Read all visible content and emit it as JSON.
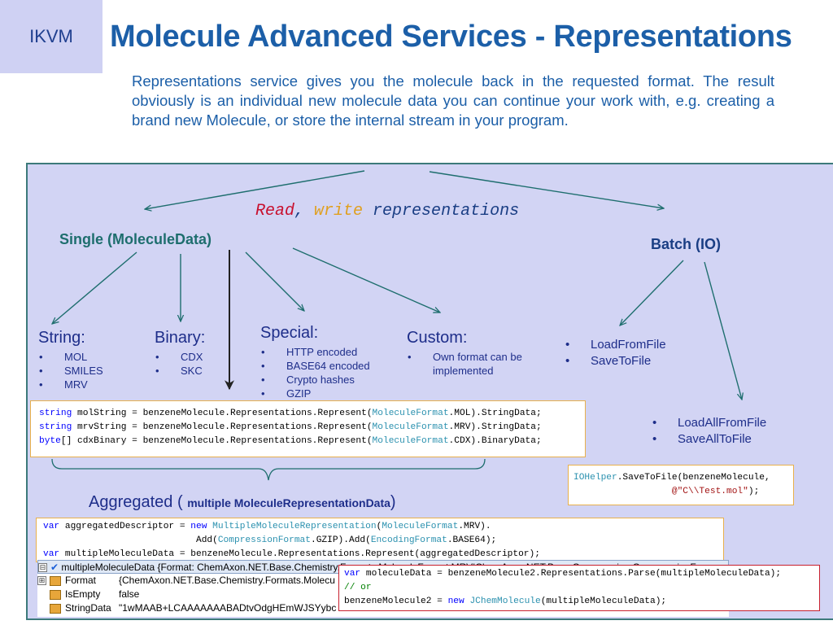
{
  "logo": {
    "text": "IKVM"
  },
  "title": "Molecule Advanced Services - Representations",
  "intro": "Representations service gives you the molecule back in the requested format. The result obviously is an individual new molecule data you can continue your work with, e.g. creating a brand new Molecule, or store the internal stream in your program.",
  "diagram": {
    "rw_read": "Read",
    "rw_comma": ", ",
    "rw_write": "write",
    "rw_rest": " representations",
    "single_label": "Single (MoleculeData)",
    "batch_label": "Batch (IO)",
    "string": {
      "title": "String:",
      "items": [
        "MOL",
        "SMILES",
        "MRV"
      ]
    },
    "binary": {
      "title": "Binary:",
      "items": [
        "CDX",
        "SKC"
      ]
    },
    "special": {
      "title": "Special:",
      "items": [
        "HTTP encoded",
        "BASE64 encoded",
        "Crypto hashes",
        "GZIP"
      ]
    },
    "custom": {
      "title": "Custom:",
      "items": [
        "Own format can be implemented"
      ]
    },
    "batch_items1": [
      "LoadFromFile",
      "SaveToFile"
    ],
    "batch_items2": [
      "LoadAllFromFile",
      "SaveAllToFile"
    ],
    "aggregated_label": "Aggregated",
    "aggregated_sub": "multiple MoleculeRepresentationData",
    "bullet": "•",
    "colors": {
      "title": "#1c5fa8",
      "panel": "#d2d4f4",
      "logo_bg": "#cfd1f3",
      "read": "#c8102e",
      "write": "#e0a020",
      "code_border": "#e8b04c",
      "parse_border": "#c8202e"
    }
  },
  "code1": {
    "l1": {
      "a": "string",
      "b": " molString = benzeneMolecule.Representations.Represent(",
      "c": "MoleculeFormat",
      "d": ".MOL).StringData;"
    },
    "l2": {
      "a": "string",
      "b": " mrvString = benzeneMolecule.Representations.Represent(",
      "c": "MoleculeFormat",
      "d": ".MRV).StringData;"
    },
    "l3": {
      "a": "byte",
      "b": "[] cdxBinary = benzeneMolecule.Representations.Represent(",
      "c": "MoleculeFormat",
      "d": ".CDX).BinaryData;"
    }
  },
  "code_io": {
    "l1": {
      "a": "IOHelper",
      "b": ".SaveToFile(benzeneMolecule,"
    },
    "l2": {
      "pad": "                  ",
      "a": "@\"C\\\\Test.mol\"",
      "b": ");"
    }
  },
  "code_agg": {
    "l1": {
      "a": "var",
      "b": " aggregatedDescriptor = ",
      "c": "new",
      "d": " ",
      "e": "MultipleMoleculeRepresentation",
      "f": "(",
      "g": "MoleculeFormat",
      "h": ".MRV)."
    },
    "l2": {
      "pad": "                            Add(",
      "a": "CompressionFormat",
      "b": ".GZIP).Add(",
      "c": "EncodingFormat",
      "d": ".BASE64);"
    },
    "l3": {
      "a": "var",
      "b": " multipleMoleculeData = benzeneMolecule.Representations.Represent(aggregatedDescriptor);"
    }
  },
  "debug": {
    "header_expand": "⊟",
    "header": "multipleMoleculeData {Format: ChemAxon.NET.Base.Chemistry.Formats.MoleculeFormat.MRV|ChemAxon.NET.Base.Compression.CompressionF",
    "rows": [
      {
        "expand": "⊞",
        "name": "Format",
        "value": "{ChemAxon.NET.Base.Chemistry.Formats.Molecu"
      },
      {
        "expand": "",
        "name": "IsEmpty",
        "value": "false"
      },
      {
        "expand": "",
        "name": "StringData",
        "value": "\"1wMAAB+LCAAAAAAABADtvOdgHEmWJSYybc"
      }
    ]
  },
  "code_parse": {
    "l1": {
      "a": "var",
      "b": " moleculeData = benzeneMolecule2.Representations.Parse(multipleMoleculeData);"
    },
    "l2": {
      "a": "// or"
    },
    "l3": {
      "a": "benzeneMolecule2 = ",
      "b": "new",
      "c": " ",
      "d": "JChemMolecule",
      "e": "(multipleMoleculeData);"
    }
  }
}
